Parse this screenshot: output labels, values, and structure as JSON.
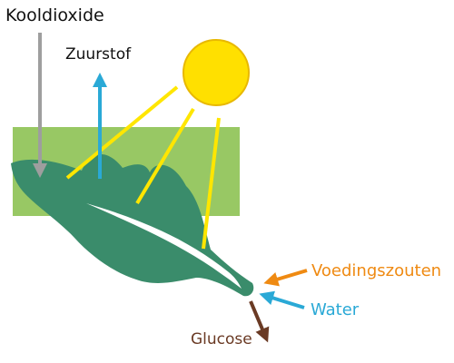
{
  "labels": {
    "co2": "Kooldioxide",
    "oxygen": "Zuurstof",
    "nutrients": "Voedingszouten",
    "water": "Water",
    "glucose": "Glucose"
  },
  "colors": {
    "co2": "#9e9e9e",
    "oxygen": "#2aa9d6",
    "nutrients": "#ef8a12",
    "water": "#2aa9d6",
    "glucose": "#6a3a24",
    "sun": "#ffe000",
    "sun_rays": "#ffe600",
    "light_box": "#98c864",
    "leaf": "#3a8c6b"
  },
  "icons": {
    "sun": "sun-icon",
    "leaf": "leaf-icon",
    "light_box": "light-area-rect"
  }
}
